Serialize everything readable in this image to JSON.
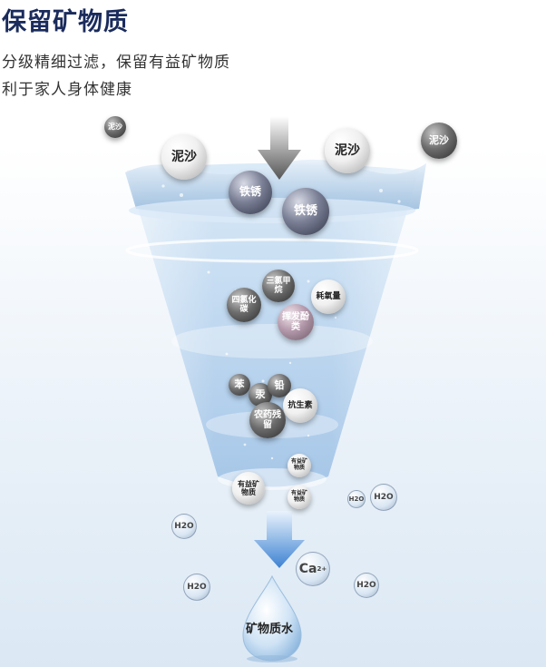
{
  "header": {
    "title": "保留矿物质",
    "subtitle_line1": "分级精细过滤，保留有益矿物质",
    "subtitle_line2": "利于家人身体健康"
  },
  "particles": {
    "mud_small_left": "泥沙",
    "mud_left": "泥沙",
    "mud_right": "泥沙",
    "mud_far_right": "泥沙",
    "rust_1": "铁锈",
    "rust_2": "铁锈",
    "trichloromethane": "三氯甲烷",
    "ccl4": "四氯化碳",
    "oxygen_consuming": "耗氧量",
    "volatile_phenols": "挥发酚类",
    "benzene": "苯",
    "mercury": "汞",
    "lead": "铅",
    "antibiotics": "抗生素",
    "pesticide_residue": "农药残留",
    "beneficial_minerals_1": "有益矿物质",
    "beneficial_minerals_2": "有益矿物质",
    "beneficial_minerals_3": "有益矿物质"
  },
  "bubbles": {
    "h2o_1": "H2O",
    "h2o_2": "H2O",
    "h2o_3": "H2O",
    "h2o_4": "H2O",
    "h2o_5": "H2O",
    "ca": "Ca",
    "ca_charge": "2+"
  },
  "drop": {
    "label": "矿物质水"
  },
  "colors": {
    "title": "#1a2b5c",
    "arrow_top": "#6b6b6b",
    "arrow_bottom": "#4a90d9",
    "water": "#a8c8e8"
  },
  "icons": {
    "top_arrow": "arrow-down-icon",
    "bottom_arrow": "arrow-down-icon",
    "drop": "water-drop-icon"
  }
}
